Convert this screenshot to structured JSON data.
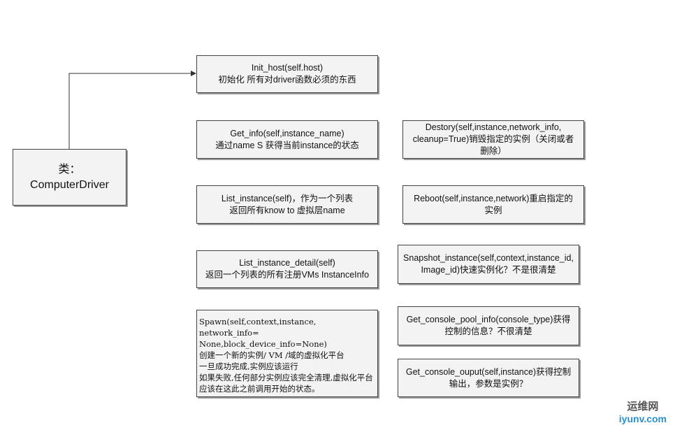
{
  "class_box": {
    "text": "类：\nComputerDriver"
  },
  "methods_left": [
    {
      "text": "Init_host(self.host)\n初始化 所有对driver函数必须的东西"
    },
    {
      "text": "Get_info(self,instance_name)\n通过name S 获得当前instance的状态"
    },
    {
      "text": "List_instance(self)，作为一个列表\n返回所有know to 虚拟层name"
    },
    {
      "text": "List_instance_detail(self)\n返回一个列表的所有注册VMs InstanceInfo"
    },
    {
      "text": "Spawn(self,context,instance,\nnetwork_info=\nNone,block_device_info=None)\n创建一个新的实例/ VM /域的虚拟化平台\n一旦成功完成,实例应该运行\n如果失败,任何部分实例应该完全清理,虚拟化平台应该在这此之前调用开始的状态。"
    }
  ],
  "methods_right": [
    {
      "text": "Destory(self,instance,network_info,\ncleanup=True)销毁指定的实例（关闭或者\n删除）"
    },
    {
      "text": "Reboot(self,instance,network)重启指定的\n实例"
    },
    {
      "text": "Snapshot_instance(self,context,instance_id,\nImage_id)快速实例化？不是很清楚"
    },
    {
      "text": "Get_console_pool_info(console_type)获得\n控制的信息？不很清楚"
    },
    {
      "text": "Get_console_ouput(self,instance)获得控制\n输出，参数是实例？"
    }
  ],
  "watermark": {
    "line1": "运维网",
    "line2": "iyunv.com"
  }
}
